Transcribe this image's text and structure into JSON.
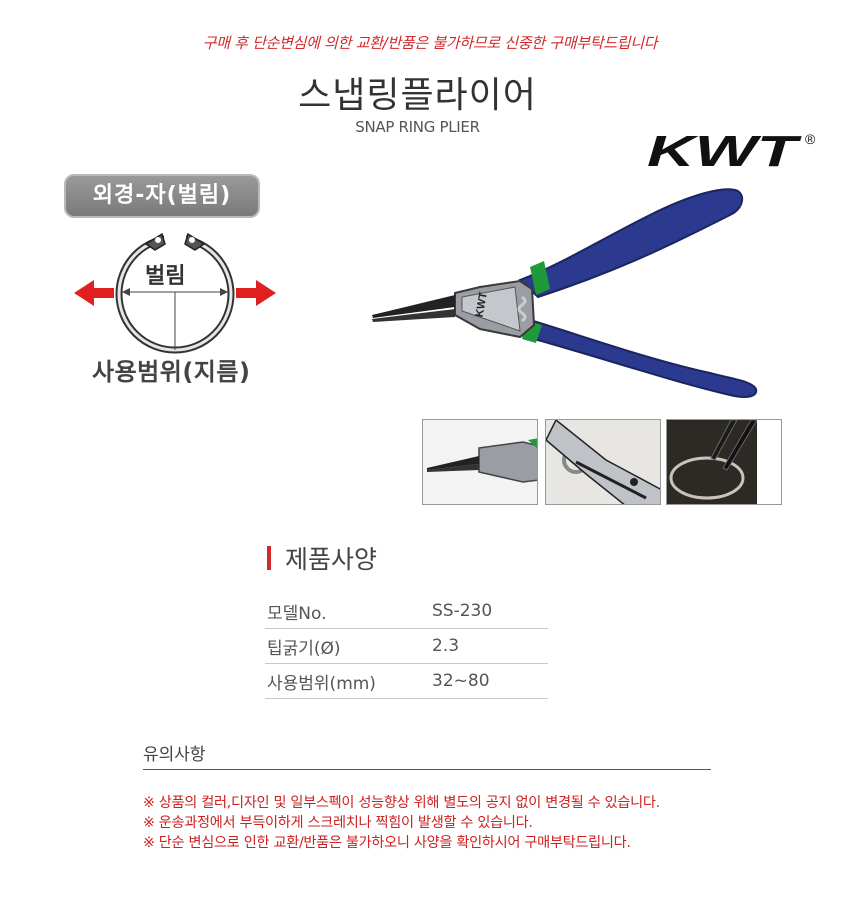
{
  "header": {
    "notice": "구매 후 단순변심에 의한 교환/반품은 불가하므로 신중한 구매부탁드립니다",
    "title_ko": "스냅링플라이어",
    "title_en": "SNAP RING PLIER",
    "brand": "KWT",
    "brand_mark": "®"
  },
  "diagram": {
    "tag": "외경-자(벌림)",
    "ring_word": "벌림",
    "range_label": "사용범위(지름)",
    "arrow_color": "#e02020"
  },
  "product": {
    "plier_marking": "KWT"
  },
  "spec": {
    "title": "제품사양",
    "rows": [
      {
        "key": "모델No.",
        "value": "SS-230"
      },
      {
        "key": "팁굵기(Ø)",
        "value": "2.3"
      },
      {
        "key": "사용범위(mm)",
        "value": "32~80"
      }
    ]
  },
  "caution": {
    "title": "유의사항",
    "items": [
      "※ 상품의 컬러,디자인 및 일부스펙이 성능향상 위해 별도의 공지 없이 변경될 수 있습니다.",
      "※ 운송과정에서 부득이하게 스크레치나 찍힘이 발생할 수 있습니다.",
      "※ 단순 변심으로 인한 교환/반품은 불가하오니 사양을 확인하시어 구매부탁드립니다."
    ]
  },
  "colors": {
    "accent_red": "#d02a2a",
    "handle_blue": "#2b3a8f",
    "tag_gray": "#8a8a8a"
  }
}
